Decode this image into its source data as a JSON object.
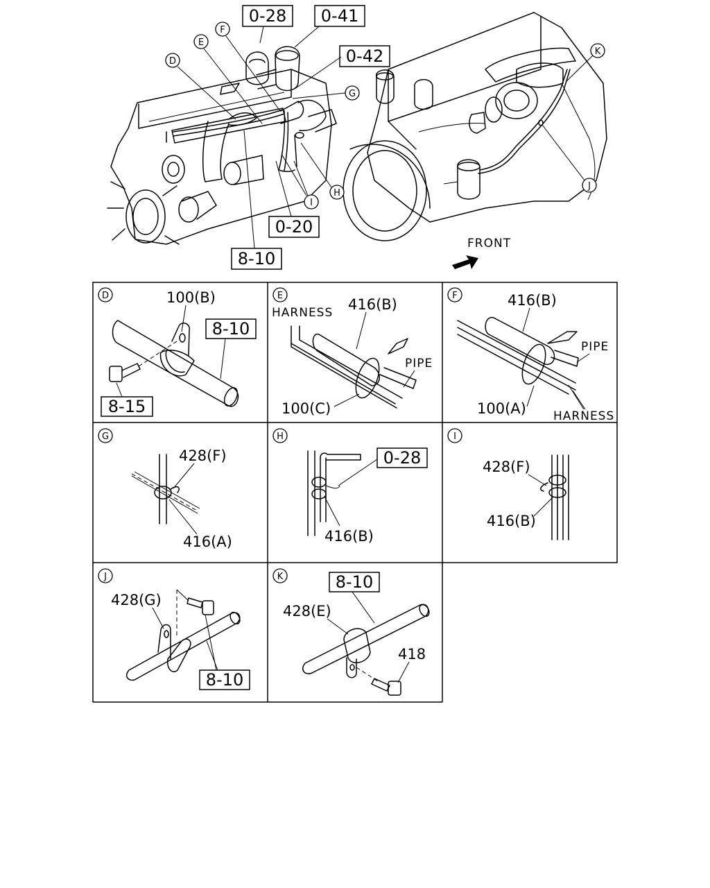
{
  "overview": {
    "refs": {
      "r028": "0-28",
      "r041": "0-41",
      "r042": "0-42",
      "r020": "0-20",
      "r810": "8-10"
    },
    "callouts": {
      "D": "D",
      "E": "E",
      "F": "F",
      "G": "G",
      "H": "H",
      "I": "I",
      "J": "J",
      "K": "K"
    },
    "front_label": "FRONT"
  },
  "panels": {
    "D": {
      "letter": "D",
      "part": "100(B)",
      "ref1": "8-10",
      "ref2": "8-15"
    },
    "E": {
      "letter": "E",
      "harness": "HARNESS",
      "part1": "416(B)",
      "pipe": "PIPE",
      "part2": "100(C)"
    },
    "F": {
      "letter": "F",
      "part1": "416(B)",
      "pipe": "PIPE",
      "part2": "100(A)",
      "harness": "HARNESS"
    },
    "G": {
      "letter": "G",
      "part1": "428(F)",
      "part2": "416(A)"
    },
    "H": {
      "letter": "H",
      "ref": "0-28",
      "part": "416(B)"
    },
    "I": {
      "letter": "I",
      "part1": "428(F)",
      "part2": "416(B)"
    },
    "J": {
      "letter": "J",
      "part": "428(G)",
      "ref": "8-10"
    },
    "K": {
      "letter": "K",
      "ref": "8-10",
      "part1": "428(E)",
      "part2": "418"
    }
  }
}
